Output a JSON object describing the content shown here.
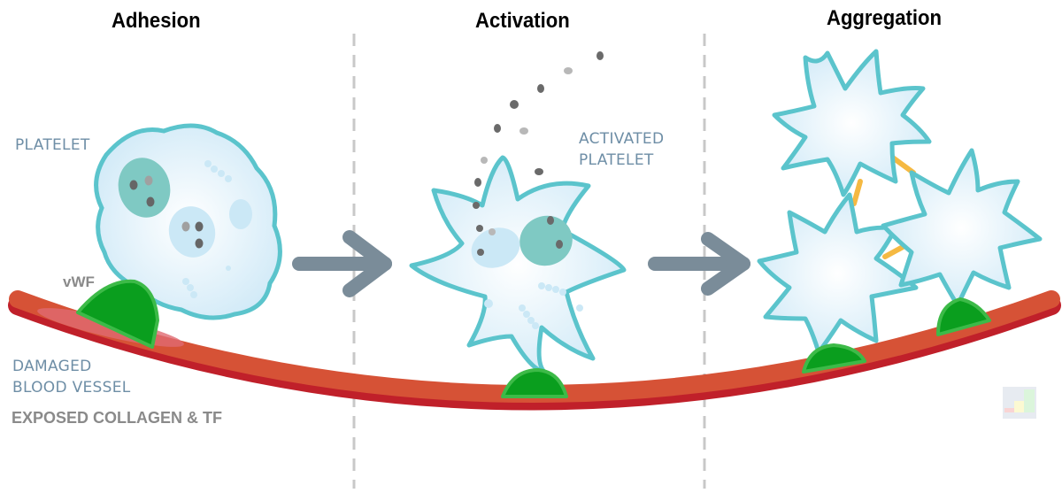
{
  "stages": [
    {
      "title": "Adhesion"
    },
    {
      "title": "Activation"
    },
    {
      "title": "Aggregation"
    }
  ],
  "labels": {
    "platelet": "PLATELET",
    "vwf": "vWF",
    "damaged_line1": "DAMAGED",
    "damaged_line2": "BLOOD VESSEL",
    "collagen": "EXPOSED COLLAGEN & TF",
    "activated_line1": "ACTIVATED",
    "activated_line2": "PLATELET"
  },
  "colors": {
    "vessel": "#d65236",
    "vessel_dark": "#c0202a",
    "platelet_outline": "#5bc4cc",
    "platelet_fill": "#e4f3fb",
    "granule_teal": "#7fc9c3",
    "granule_blue": "#cbe8f6",
    "vwf_green": "#0a9e1e",
    "vwf_green_light": "#3dba48",
    "arrow": "#7a8c99",
    "bridge": "#f5b942",
    "divider": "#c8c8c8"
  }
}
